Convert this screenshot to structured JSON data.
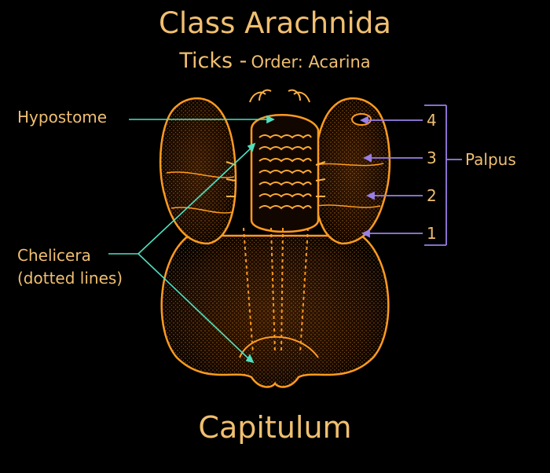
{
  "diagram": {
    "title": "Class Arachnida",
    "subtitle_main": "Ticks -",
    "subtitle_detail": "Order: Acarina",
    "caption": "Capitulum",
    "labels": {
      "hypostome": "Hypostome",
      "chelicera_line1": "Chelicera",
      "chelicera_line2": "(dotted lines)",
      "palpus": "Palpus"
    },
    "palpus_segments": [
      "4",
      "3",
      "2",
      "1"
    ],
    "colors": {
      "background": "#000000",
      "text": "#f0bf70",
      "specimen": "#ff9a1f",
      "teal_leader": "#4fe0c0",
      "purple_leader": "#9a7fe6"
    }
  }
}
